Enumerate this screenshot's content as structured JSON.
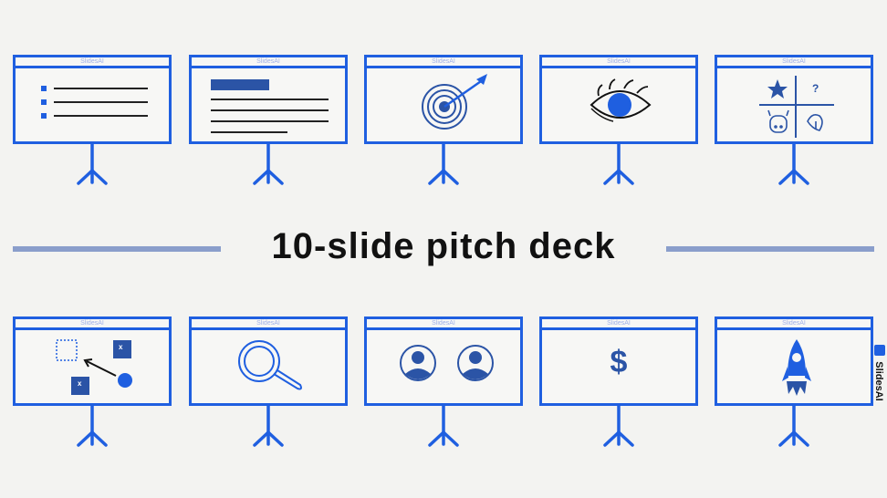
{
  "title": "10-slide pitch deck",
  "brand": {
    "name": "SlidesAI"
  },
  "colors": {
    "accent": "#1f5fe0",
    "dark_blue": "#2b54a6",
    "rule": "#8a9ecb",
    "background": "#f3f3f1"
  },
  "slides": [
    {
      "label": "SlidesAI",
      "icon": "bullet-list-icon"
    },
    {
      "label": "SlidesAI",
      "icon": "text-block-icon"
    },
    {
      "label": "SlidesAI",
      "icon": "target-icon"
    },
    {
      "label": "SlidesAI",
      "icon": "eye-icon"
    },
    {
      "label": "SlidesAI",
      "icon": "matrix-quadrant-icon",
      "quadrant_text": "?"
    },
    {
      "label": "SlidesAI",
      "icon": "competition-move-icon",
      "marker": "x"
    },
    {
      "label": "SlidesAI",
      "icon": "magnifier-icon"
    },
    {
      "label": "SlidesAI",
      "icon": "team-icon"
    },
    {
      "label": "SlidesAI",
      "icon": "dollar-icon",
      "symbol": "$"
    },
    {
      "label": "SlidesAI",
      "icon": "rocket-icon"
    }
  ]
}
